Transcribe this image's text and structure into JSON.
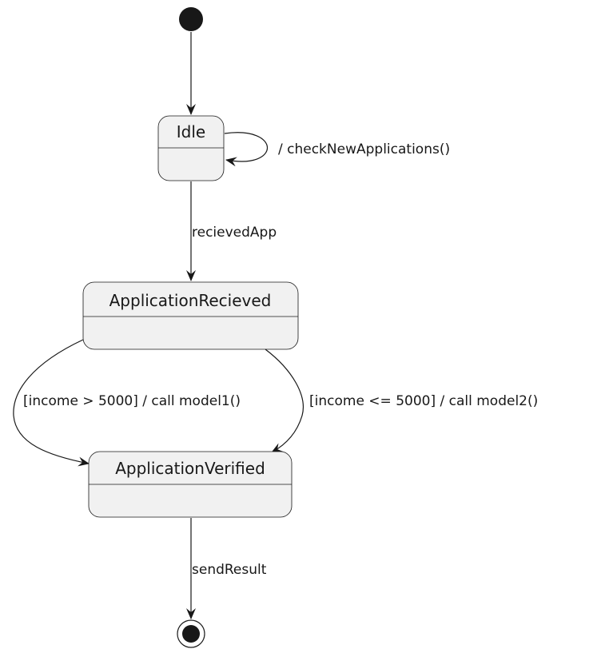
{
  "diagram": {
    "type": "state-machine",
    "states": {
      "idle": "Idle",
      "received": "ApplicationRecieved",
      "verified": "ApplicationVerified"
    },
    "transitions": {
      "self_loop": "/ checkNewApplications()",
      "received_app": "recievedApp",
      "high_income": "[income > 5000] / call model1()",
      "low_income": "[income <= 5000] / call model2()",
      "send_result": "sendResult"
    }
  }
}
